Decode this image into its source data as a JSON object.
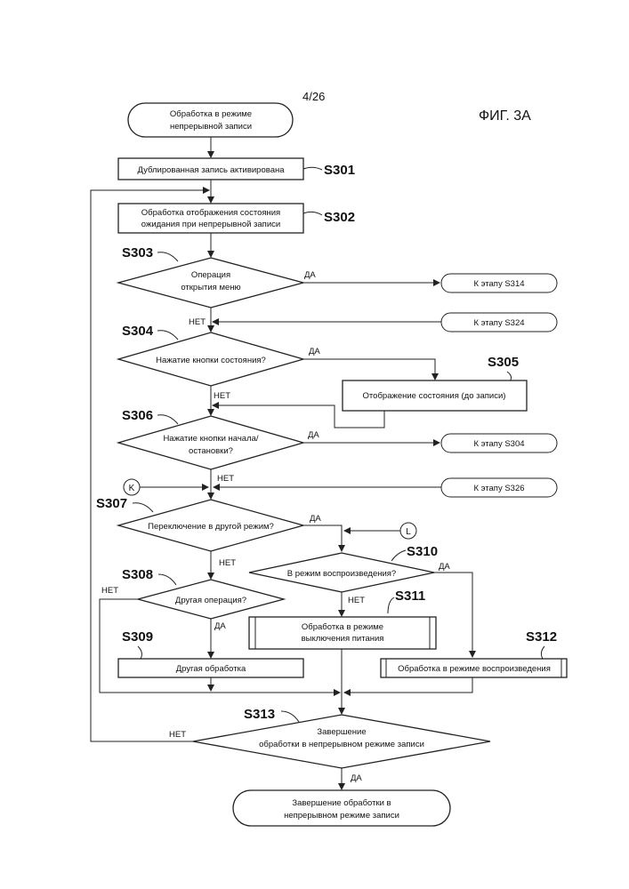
{
  "header": {
    "page": "4/26",
    "figure": "ФИГ. 3А"
  },
  "start": {
    "line1": "Обработка в режиме",
    "line2": "непрерывной записи"
  },
  "s301": {
    "label": "S301",
    "text": "Дублированная запись активирована"
  },
  "s302": {
    "label": "S302",
    "line1": "Обработка отображения состояния",
    "line2": "ожидания при непрерывной записи"
  },
  "s303": {
    "label": "S303",
    "line1": "Операция",
    "line2": "открытия меню",
    "yes": "ДА",
    "no": "НЕТ"
  },
  "goto_s314": "К этапу S314",
  "goto_s324": "К этапу S324",
  "s304": {
    "label": "S304",
    "text": "Нажатие кнопки состояния?",
    "yes": "ДА",
    "no": "НЕТ"
  },
  "s305": {
    "label": "S305",
    "text": "Отображение состояния (до записи)"
  },
  "s306": {
    "label": "S306",
    "line1": "Нажатие кнопки начала/",
    "line2": "остановки?",
    "yes": "ДА",
    "no": "НЕТ"
  },
  "goto_s304": "К этапу S304",
  "connector_k": "K",
  "goto_s326": "К этапу S326",
  "s307": {
    "label": "S307",
    "text": "Переключение в другой режим?",
    "yes": "ДА",
    "no": "НЕТ"
  },
  "connector_l": "L",
  "s310": {
    "label": "S310",
    "text": "В режим воспроизведения?",
    "yes": "ДА",
    "no": "НЕТ"
  },
  "s308": {
    "label": "S308",
    "text": "Другая операция?",
    "yes": "ДА",
    "no": "НЕТ"
  },
  "s311": {
    "label": "S311",
    "line1": "Обработка в режиме",
    "line2": "выключения питания"
  },
  "s309": {
    "label": "S309",
    "text": "Другая обработка"
  },
  "s312": {
    "label": "S312",
    "text": "Обработка в режиме воспроизведения"
  },
  "s313": {
    "label": "S313",
    "line1": "Завершение",
    "line2": "обработки в непрерывном режиме записи",
    "yes": "ДА",
    "no": "НЕТ"
  },
  "end": {
    "line1": "Завершение обработки в",
    "line2": "непрерывном режиме записи"
  }
}
